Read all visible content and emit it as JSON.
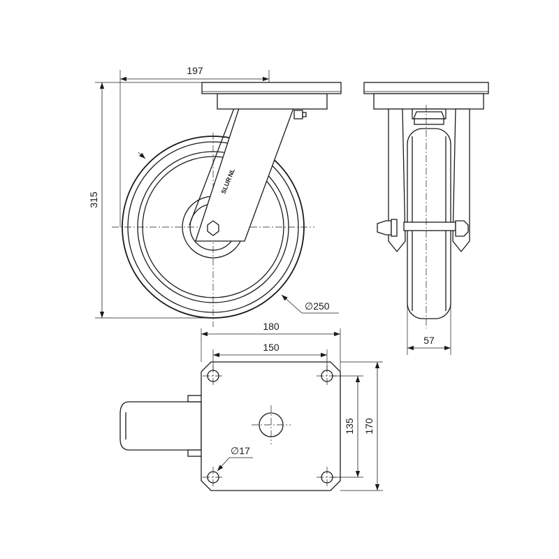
{
  "dimensions": {
    "plate_offset": "197",
    "overall_height": "315",
    "wheel_diameter": "∅250",
    "wheel_width": "57",
    "plate_width": "180",
    "bolt_spacing_x": "150",
    "bolt_spacing_y": "135",
    "plate_length": "170",
    "bolt_hole_diameter": "∅17"
  },
  "logo": {
    "line1": "NL",
    "line2": "SLUR"
  }
}
